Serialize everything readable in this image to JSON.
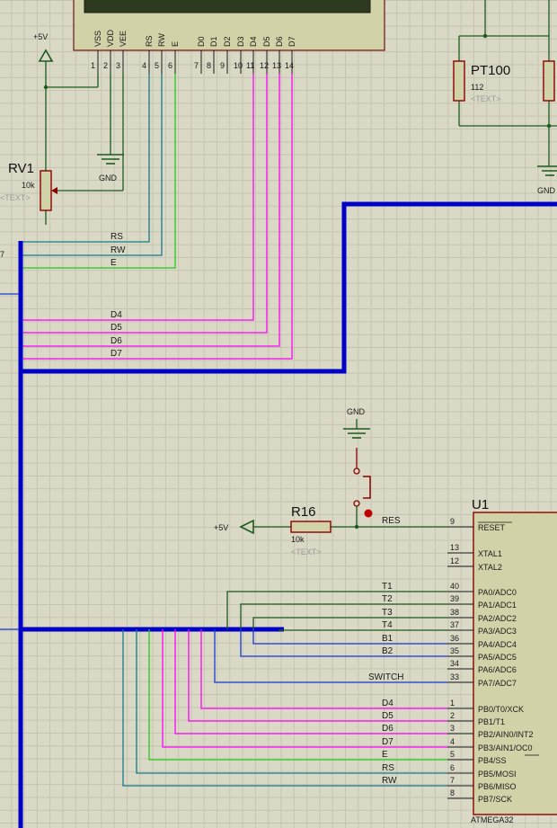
{
  "lcd": {
    "pin_names": [
      "VSS",
      "VDD",
      "VEE",
      "RS",
      "RW",
      "E",
      "D0",
      "D1",
      "D2",
      "D3",
      "D4",
      "D5",
      "D6",
      "D7"
    ],
    "pin_numbers": [
      "1",
      "2",
      "3",
      "4",
      "5",
      "6",
      "7",
      "8",
      "9",
      "10",
      "11",
      "12",
      "13",
      "14"
    ]
  },
  "power": {
    "vcc": "+5V",
    "gnd": "GND"
  },
  "rv1": {
    "ref": "RV1",
    "value": "10k",
    "text": "<TEXT>"
  },
  "pt100": {
    "ref": "PT100",
    "value": "112",
    "text": "<TEXT>"
  },
  "r16": {
    "ref": "R16",
    "value": "10k",
    "text": "<TEXT>"
  },
  "u1": {
    "ref": "U1",
    "part": "ATMEGA32",
    "pins": [
      {
        "num": "9",
        "name": "RESET"
      },
      {
        "num": "13",
        "name": "XTAL1"
      },
      {
        "num": "12",
        "name": "XTAL2"
      },
      {
        "num": "40",
        "name": "PA0/ADC0"
      },
      {
        "num": "39",
        "name": "PA1/ADC1"
      },
      {
        "num": "38",
        "name": "PA2/ADC2"
      },
      {
        "num": "37",
        "name": "PA3/ADC3"
      },
      {
        "num": "36",
        "name": "PA4/ADC4"
      },
      {
        "num": "35",
        "name": "PA5/ADC5"
      },
      {
        "num": "34",
        "name": "PA6/ADC6"
      },
      {
        "num": "33",
        "name": "PA7/ADC7"
      },
      {
        "num": "1",
        "name": "PB0/T0/XCK"
      },
      {
        "num": "2",
        "name": "PB1/T1"
      },
      {
        "num": "3",
        "name": "PB2/AIN0/INT2"
      },
      {
        "num": "4",
        "name": "PB3/AIN1/OC0"
      },
      {
        "num": "5",
        "name": "PB4/SS"
      },
      {
        "num": "6",
        "name": "PB5/MOSI"
      },
      {
        "num": "7",
        "name": "PB6/MISO"
      },
      {
        "num": "8",
        "name": "PB7/SCK"
      }
    ]
  },
  "nets_left": [
    "RS",
    "RW",
    "E",
    "D4",
    "D5",
    "D6",
    "D7"
  ],
  "nets_right": [
    "RES",
    "T1",
    "T2",
    "T3",
    "T4",
    "B1",
    "B2",
    "SWITCH",
    "D4",
    "D5",
    "D6",
    "D7",
    "E",
    "RS",
    "RW"
  ],
  "colors": {
    "bus": "#0000c8",
    "magenta": "#ff00ff",
    "teal": "#147a8c",
    "green": "#22cc22",
    "blue": "#1a3ad6",
    "darkgreen": "#1c5a1c",
    "maroon": "#8c0000"
  }
}
